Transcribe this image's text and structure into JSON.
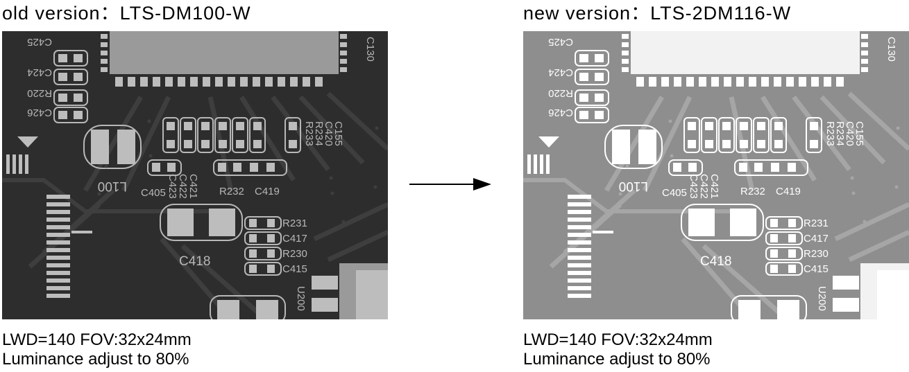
{
  "left": {
    "title": "old version：LTS-DM100-W",
    "caption_line1": "LWD=140   FOV:32x24mm",
    "caption_line2": "Luminance adjust to 80%",
    "colors": {
      "board": "#2d2d2d",
      "trace": "#3e3e3e",
      "pad": "#bdbdbd",
      "silk": "#b8b8b8",
      "chip": "#9a9a9a"
    }
  },
  "right": {
    "title": "new version：LTS-2DM116-W",
    "caption_line1": "LWD=140   FOV:32x24mm",
    "caption_line2": "Luminance adjust to 80%",
    "colors": {
      "board": "#8e8e8e",
      "trace": "#a6a6a6",
      "pad": "#ffffff",
      "silk": "#ffffff",
      "chip": "#f2f2f2"
    }
  },
  "labels": {
    "c425": "C425",
    "c424": "C424",
    "r220": "R220",
    "c426": "C426",
    "c130": "C130",
    "l100": "L100",
    "c405": "C405",
    "c423": "C423",
    "c422": "C422",
    "c421": "C421",
    "r232": "R232",
    "c419": "C419",
    "r233": "R233",
    "r234": "R234",
    "c420": "C420",
    "c155": "C155",
    "r231": "R231",
    "c417": "C417",
    "r230": "R230",
    "c415": "C415",
    "c418": "C418",
    "u200": "U200"
  },
  "arrow_icon": "right-arrow-icon"
}
